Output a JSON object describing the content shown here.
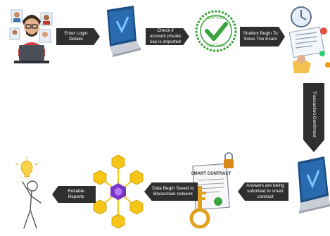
{
  "steps": {
    "enter_login": "Enter Login Details",
    "check_key": "Check if account private key is imported",
    "student_begin": "Student Begin To Solve The Exam",
    "transaction": "Transaction Confirmed",
    "answers_submitted": "Answers are being submited to smart contract",
    "data_saved": "Data Begin Saved to Blockchain network",
    "reliable_reports": "Reliable  Reports"
  },
  "badge": {
    "top": "CERTIFIED",
    "bottom": "CERTIFIED"
  },
  "contract_title": "SMART CONTRACT",
  "colors": {
    "arrow": "#2f2f2f",
    "laptop_screen": "#1c4f86",
    "badge_green": "#3aa33a",
    "hex_yellow": "#f5c518",
    "hex_purple": "#7b35c9",
    "key_gold": "#e0a020"
  }
}
